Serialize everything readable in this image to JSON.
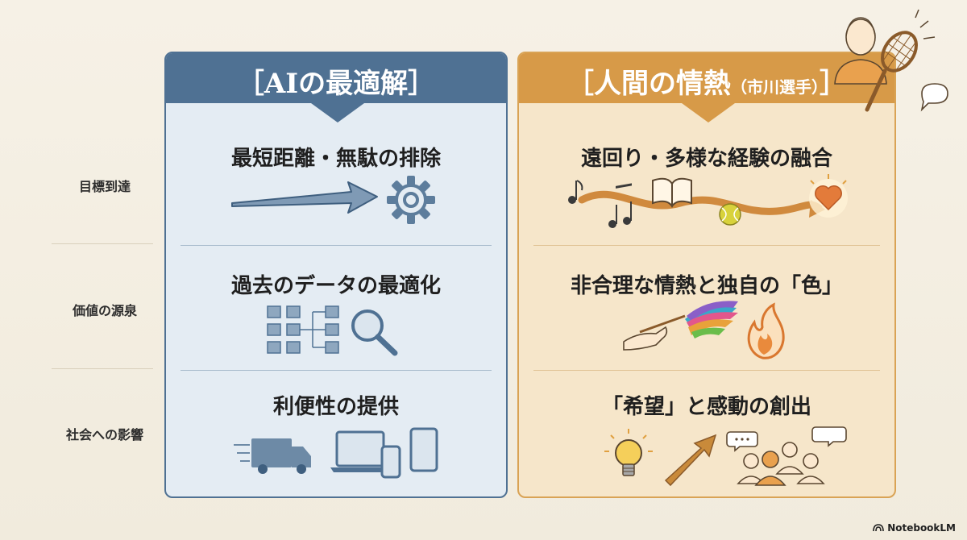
{
  "rows": [
    {
      "label": "目標到達"
    },
    {
      "label": "価値の源泉"
    },
    {
      "label": "社会への影響"
    }
  ],
  "ai": {
    "title": "［AIの最適解］",
    "cells": [
      "最短距離・無駄の排除",
      "過去のデータの最適化",
      "利便性の提供"
    ],
    "colors": {
      "header": "#4f7193",
      "panel": "#e4ecf3",
      "icon": "#5d7d9c"
    }
  },
  "human": {
    "title_main": "［人間の情熱",
    "title_sub": "（市川選手）",
    "title_end": "］",
    "cells": [
      "遠回り・多様な経験の融合",
      "非合理な情熱と独自の「色」",
      "「希望」と感動の創出"
    ],
    "colors": {
      "header": "#d79a48",
      "panel": "#f6e6ca",
      "icon": "#c98a3a"
    }
  },
  "icons": {
    "row1_ai": [
      "arrow-icon",
      "gear-icon"
    ],
    "row2_ai": [
      "flowchart-icon",
      "magnifier-icon"
    ],
    "row3_ai": [
      "delivery-truck-icon",
      "laptop-icon",
      "phone-icon",
      "tablet-icon"
    ],
    "row1_human": [
      "music-note-icon",
      "book-icon",
      "tennis-ball-icon",
      "heart-icon"
    ],
    "row2_human": [
      "paintbrush-hand-icon",
      "flame-icon"
    ],
    "row3_human": [
      "lightbulb-icon",
      "rising-arrow-icon",
      "crowd-icon"
    ],
    "deco": [
      "tennis-player-icon",
      "tennis-racket-icon",
      "speech-bubble-icon"
    ]
  },
  "brand": "NotebookLM"
}
